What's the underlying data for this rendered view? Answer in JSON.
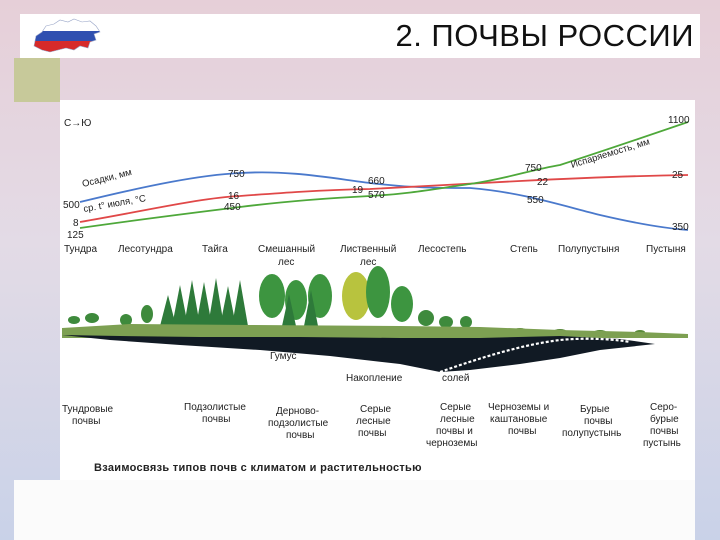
{
  "slide": {
    "title": "2. ПОЧВЫ РОССИИ"
  },
  "direction": "С→Ю",
  "climate": {
    "precip": {
      "label": "Осадки, мм",
      "v1": "500",
      "v2": "750",
      "v3": "660",
      "v4": "550",
      "v5": "350",
      "color": "#4a79cc"
    },
    "temp": {
      "label": "ср. t° июля, °С",
      "v1": "8",
      "v2": "16",
      "v3": "19",
      "v4": "22",
      "v5": "25",
      "color": "#e04848"
    },
    "evap": {
      "label": "Испаряемость, мм",
      "v1": "125",
      "v2": "450",
      "v3": "570",
      "v4": "750",
      "v5": "1100",
      "color": "#4ea83a"
    }
  },
  "zones": {
    "tundra": "Тундра",
    "forest_tundra": "Лесотундра",
    "taiga": "Тайга",
    "mixed_1": "Смешанный",
    "mixed_2": "лес",
    "broadleaf_1": "Лиственный",
    "broadleaf_2": "лес",
    "forest_steppe": "Лесостепь",
    "steppe": "Степь",
    "semidesert": "Полупустыня",
    "desert": "Пустыня"
  },
  "profile": {
    "humus": "Гумус",
    "salts_1": "Накопление",
    "salts_2": "солей"
  },
  "soils": {
    "tundra_1": "Тундровые",
    "tundra_2": "почвы",
    "podzol_1": "Подзолистые",
    "podzol_2": "почвы",
    "sod_1": "Дерново-",
    "sod_2": "подзолистые",
    "sod_3": "почвы",
    "grey_forest_1": "Серые",
    "grey_forest_2": "лесные",
    "grey_forest_3": "почвы",
    "grey_1": "Серые",
    "grey_2": "лесные",
    "grey_3": "почвы и",
    "grey_4": "черноземы",
    "chern_1": "Черноземы и",
    "chern_2": "каштановые",
    "chern_3": "почвы",
    "brown_1": "Бурые",
    "brown_2": "почвы",
    "brown_3": "полупустынь",
    "greybrown_1": "Серо-",
    "greybrown_2": "бурые",
    "greybrown_3": "почвы",
    "greybrown_4": "пустынь"
  },
  "caption": "Взаимосвязь типов почв с климатом и растительностью"
}
